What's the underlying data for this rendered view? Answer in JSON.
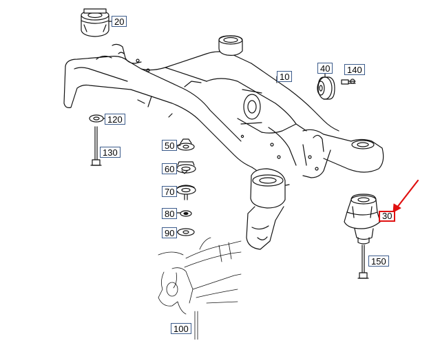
{
  "callouts": {
    "c10": "10",
    "c20": "20",
    "c30": "30",
    "c40": "40",
    "c50": "50",
    "c60": "60",
    "c70": "70",
    "c80": "80",
    "c90": "90",
    "c100": "100",
    "c120": "120",
    "c130": "130",
    "c140": "140",
    "c150": "150"
  },
  "colors": {
    "line": "#111111",
    "callout_border": "#3a5a8a",
    "highlight": "#e01010",
    "arrow": "#e01010"
  },
  "highlighted_callout": "30"
}
